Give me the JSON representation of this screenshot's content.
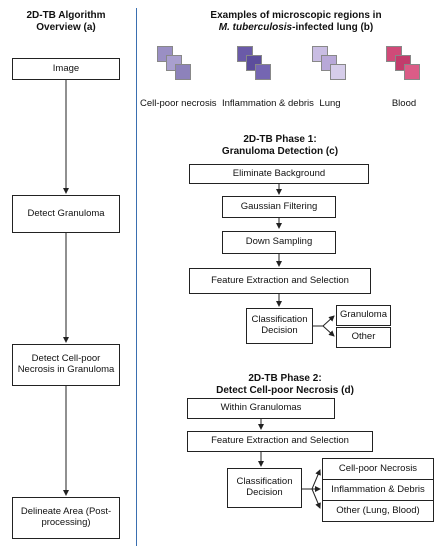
{
  "left": {
    "title_line1": "2D-TB Algorithm",
    "title_line2": "Overview (a)",
    "steps": [
      "Image",
      "Detect Granuloma",
      "Detect Cell-poor Necrosis in Granuloma",
      "Delineate Area (Post-processing)"
    ]
  },
  "examples": {
    "title_line1": "Examples of microscopic regions in",
    "title_italic": "M. tuberculosis",
    "title_rest": "-infected lung (b)",
    "items": [
      {
        "label": "Cell-poor necrosis",
        "color": "#9a8fc4"
      },
      {
        "label": "Inflammation & debris",
        "color": "#6a5aa8"
      },
      {
        "label": "Lung",
        "color": "#b8a8d8"
      },
      {
        "label": "Blood",
        "color": "#d04a78"
      }
    ]
  },
  "phase1": {
    "title_line1": "2D-TB Phase 1:",
    "title_line2": "Granuloma Detection (c)",
    "steps": [
      "Eliminate Background",
      "Gaussian Filtering",
      "Down Sampling",
      "Feature Extraction and Selection"
    ],
    "decision": "Classification Decision",
    "outcomes": [
      "Granuloma",
      "Other"
    ]
  },
  "phase2": {
    "title_line1": "2D-TB Phase 2:",
    "title_line2": "Detect Cell-poor Necrosis (d)",
    "steps": [
      "Within Granulomas",
      "Feature Extraction and Selection"
    ],
    "decision": "Classification Decision",
    "outcomes": [
      "Cell-poor Necrosis",
      "Inflammation & Debris",
      "Other (Lung, Blood)"
    ]
  }
}
